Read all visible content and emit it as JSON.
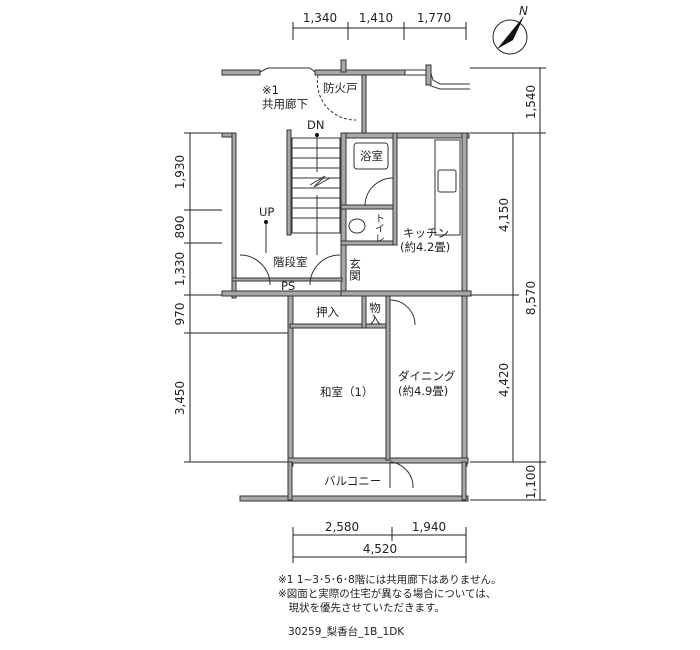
{
  "dimensions": {
    "top": [
      "1,340",
      "1,410",
      "1,770"
    ],
    "left": [
      "1,930",
      "890",
      "1,330",
      "970",
      "3,450"
    ],
    "right_inner": [
      "4,150",
      "4,420"
    ],
    "right_outer": [
      "1,540",
      "8,570",
      "1,100"
    ],
    "bottom": [
      "2,580",
      "1,940"
    ],
    "bottom_total": "4,520"
  },
  "compass": {
    "label": "N"
  },
  "rooms": {
    "note_mark": "※1",
    "corridor": "共用廊下",
    "fire_door": "防火戸",
    "dn": "DN",
    "up": "UP",
    "bath": "浴室",
    "toilet": "トイレ",
    "kitchen": "キッチン",
    "kitchen_size": "(約4.2畳)",
    "stairwell": "階段室",
    "entrance": "玄関",
    "ps": "PS",
    "closet": "押入",
    "storage": "物入",
    "washitsu": "和室（1）",
    "dining": "ダイニング",
    "dining_size": "(約4.9畳)",
    "balcony": "バルコニー"
  },
  "notes": [
    "※1 1~3･5･6･8階には共用廊下はありません。",
    "※図面と実際の住宅が異なる場合については、",
    "　現状を優先させていただきます。"
  ],
  "caption": "30259_梨香台_1B_1DK"
}
